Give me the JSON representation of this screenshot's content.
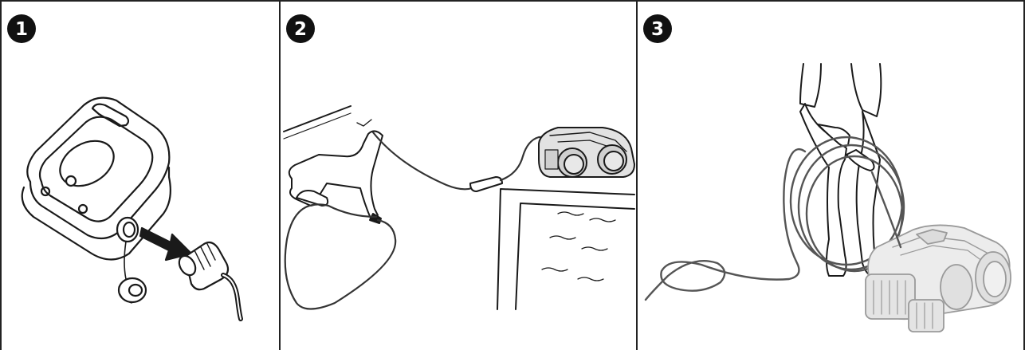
{
  "panels": [
    {
      "step_number": "1",
      "icon": "power-supply-disconnect-icon"
    },
    {
      "step_number": "2",
      "icon": "pull-robot-from-pool-icon"
    },
    {
      "step_number": "3",
      "icon": "coil-cable-icon"
    }
  ],
  "colors": {
    "line": "#1a1a1a",
    "cable": "#555555",
    "robot_light": "#d8d8d8",
    "robot_mid": "#b8b8b8",
    "badge": "#111111"
  }
}
